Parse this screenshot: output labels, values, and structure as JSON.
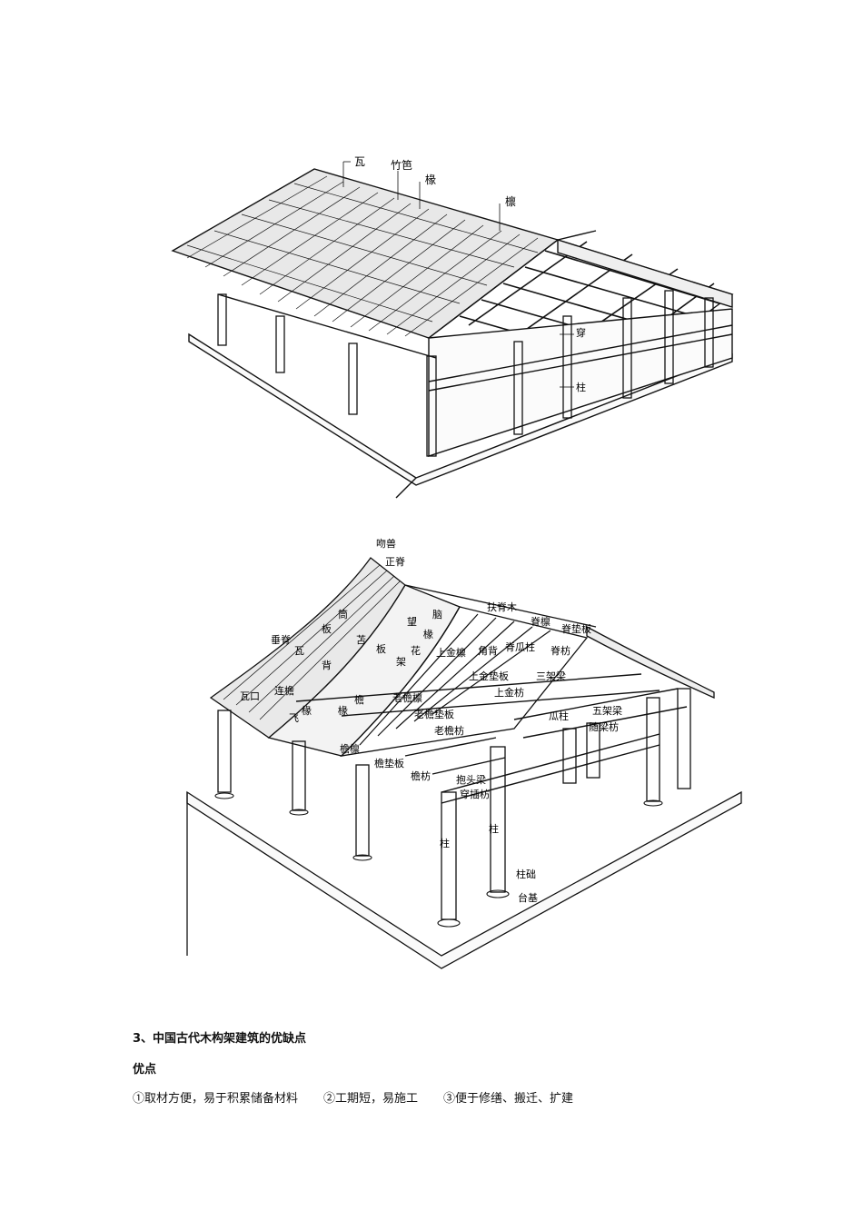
{
  "figure_top": {
    "labels": [
      "瓦",
      "竹笆",
      "椽",
      "檩",
      "穿",
      "柱"
    ]
  },
  "figure_bottom": {
    "labels": [
      "吻兽",
      "正脊",
      "垂脊",
      "筒",
      "板",
      "瓦",
      "背",
      "苫",
      "板",
      "望",
      "脑",
      "椽",
      "花",
      "架",
      "扶脊木",
      "脊檩",
      "脊垫板",
      "上金檩",
      "角背",
      "脊瓜柱",
      "脊枋",
      "上金垫板",
      "三架梁",
      "上金枋",
      "瓦口",
      "连檐",
      "椽",
      "飞",
      "椽",
      "檐",
      "老檐檩",
      "老檐垫板",
      "老檐枋",
      "五架梁",
      "瓜柱",
      "随梁枋",
      "檐檩",
      "檐垫板",
      "檐枋",
      "抱头梁",
      "穿插枋",
      "柱",
      "柱",
      "柱础",
      "台基"
    ]
  },
  "section": {
    "title": "3、中国古代木构架建筑的优缺点",
    "subtitle": "优点",
    "points": [
      "①取材方便，易于积累储备材料",
      "②工期短，易施工",
      "③便于修缮、搬迁、扩建"
    ]
  }
}
